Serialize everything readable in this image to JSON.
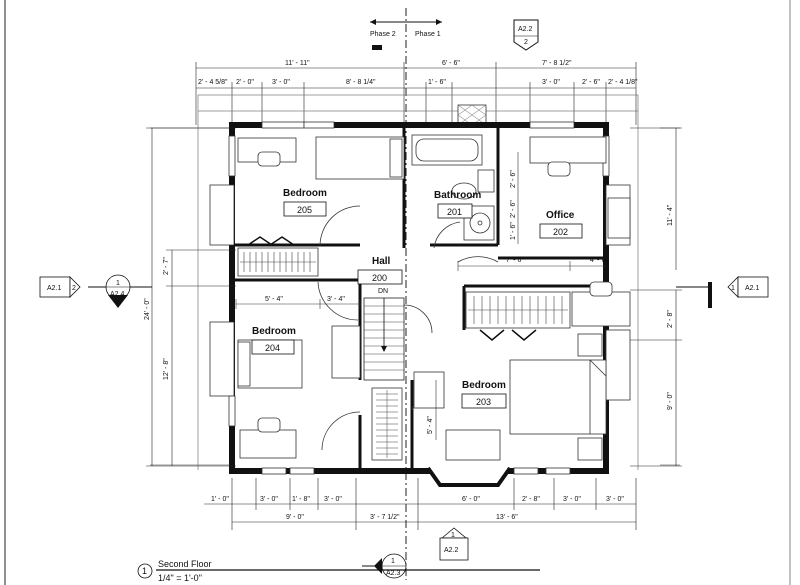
{
  "phases": {
    "left": "Phase 2",
    "right": "Phase 1"
  },
  "rooms": [
    {
      "name": "Bedroom",
      "number": "205"
    },
    {
      "name": "Bathroom",
      "number": "201"
    },
    {
      "name": "Office",
      "number": "202"
    },
    {
      "name": "Hall",
      "number": "200"
    },
    {
      "name": "Bedroom",
      "number": "204"
    },
    {
      "name": "Bedroom",
      "number": "203"
    }
  ],
  "stair_label": "DN",
  "top_dims": {
    "overall_left": "11' - 11\"",
    "overall_mid": "6' - 6\"",
    "overall_right": "7' - 8 1/2\"",
    "d1": "2' - 4 5/8\"",
    "d2": "2' - 0\"",
    "d3": "3' - 0\"",
    "d4": "8' - 8 1/4\"",
    "d5": "1' - 6\"",
    "d6": "3' - 0\"",
    "d7": "2' - 6\"",
    "d8": "2' - 4 1/8\""
  },
  "bottom_dims": {
    "b1": "1' - 0\"",
    "b2": "3' - 0\"",
    "b3": "1' - 8\"",
    "b4": "3' - 0\"",
    "b5": "6' - 0\"",
    "b6": "2' - 8\"",
    "b7": "3' - 0\"",
    "b8": "3' - 0\"",
    "b9": "9' - 0\"",
    "b10": "3' - 7 1/2\"",
    "b11": "13' - 6\""
  },
  "interior_dims": {
    "i1": "5' - 4\"",
    "i2": "3' - 4\"",
    "i3": "7' - 6\"",
    "i4": "4' - 6\"",
    "i5": "5' - 4\"",
    "i6": "2' - 6\"",
    "i7": "2' - 6\"",
    "i8": "1' - 6\""
  },
  "left_dims": {
    "l1": "24' - 0\"",
    "l2": "2' - 7\"",
    "l3": "12' - 8\""
  },
  "right_dims": {
    "r1": "11' - 4\"",
    "r2": "2' - 8\"",
    "r3": "9' - 0\""
  },
  "markers": {
    "top_section": {
      "num": "2",
      "sheet": "A2.2"
    },
    "bottom_section": {
      "num": "1",
      "sheet": "A2.3"
    },
    "bottom_elev": {
      "num": "1",
      "sheet": "A2.2"
    },
    "left_elev": {
      "sheet": "A2.1",
      "num": "2"
    },
    "right_elev": {
      "num": "1",
      "sheet": "A2.1"
    },
    "left_section": {
      "num": "1",
      "sheet": "A2.4"
    }
  },
  "title": {
    "num": "1",
    "name": "Second Floor",
    "scale": "1/4\" = 1'-0\""
  }
}
